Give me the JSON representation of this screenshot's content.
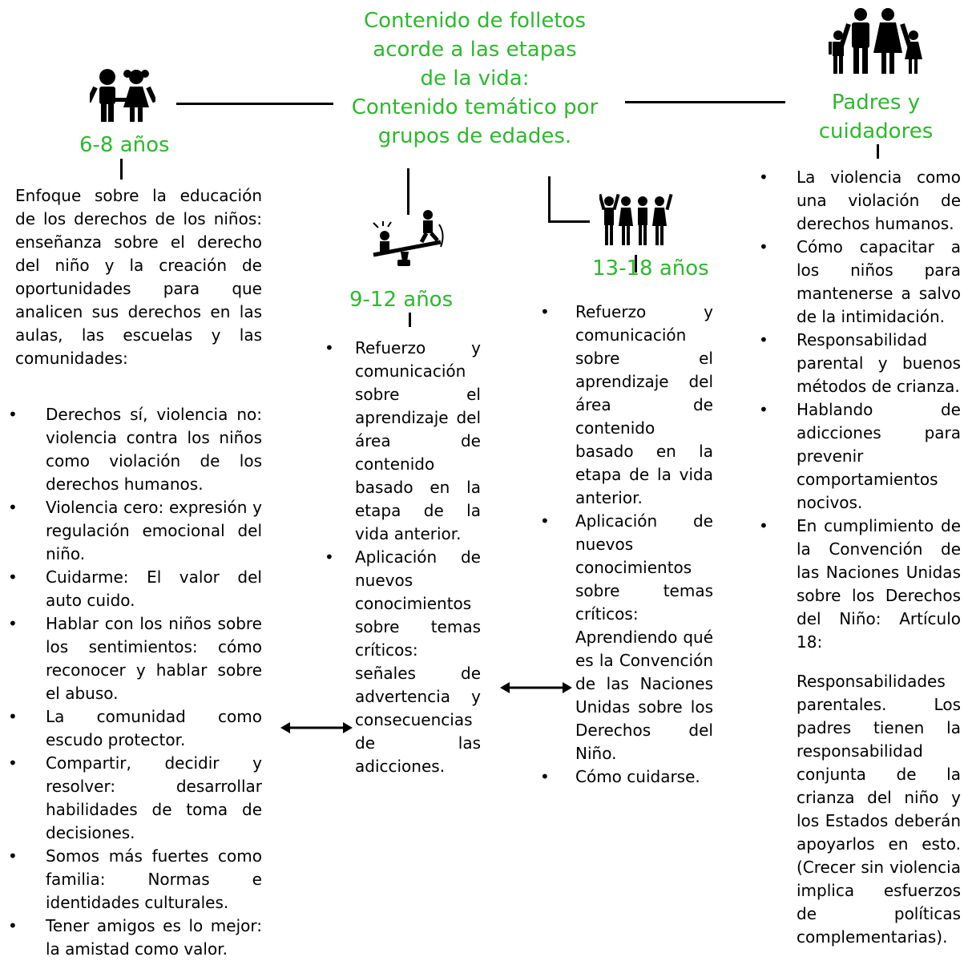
{
  "title": {
    "lines": [
      "Contenido de folletos",
      "acorde a las etapas",
      "de la vida:",
      "Contenido temático por",
      "grupos de edades."
    ]
  },
  "group_6_8": {
    "label": "6-8 años",
    "intro": "Enfoque sobre la educación de los derechos de los niños: enseñanza sobre el derecho del niño y la creación de oportunidades para que analicen sus derechos en las aulas, las escuelas y las comunidades:",
    "items": [
      "Derechos sí, violencia no: violencia contra los niños como violación de los derechos humanos.",
      "Violencia cero: expresión y regulación emocional del niño.",
      "Cuidarme: El valor del auto cuido.",
      "Hablar con los niños sobre los sentimientos: cómo reconocer y hablar sobre el abuso.",
      "La comunidad como escudo protector.",
      "Compartir, decidir y resolver: desarrollar habilidades de toma de decisiones.",
      "Somos más fuertes como familia: Normas e identidades culturales.",
      "Tener amigos es lo mejor: la amistad como valor."
    ]
  },
  "group_9_12": {
    "label": "9-12 años",
    "items": [
      "Refuerzo y comunicación sobre el aprendizaje del área de contenido basado en la etapa de la vida anterior.",
      "Aplicación de nuevos conocimientos sobre temas críticos: señales de advertencia y consecuencias de las adicciones."
    ]
  },
  "group_13_18": {
    "label": "13-18 años",
    "items": [
      "Refuerzo y comunicación sobre el aprendizaje del área de contenido basado en la etapa de la vida anterior.",
      "Aplicación de nuevos conocimientos sobre temas críticos: Aprendiendo qué es la Convención de las Naciones Unidas sobre los Derechos del Niño.",
      "Cómo cuidarse."
    ]
  },
  "group_padres": {
    "label_line1": "Padres y",
    "label_line2": "cuidadores",
    "items": [
      "La violencia como una violación de derechos humanos.",
      "Cómo capacitar a los niños para mantenerse a salvo de la intimidación.",
      "Responsabilidad parental y buenos métodos de crianza.",
      "Hablando de adicciones para prevenir comportamientos nocivos.",
      "En cumplimiento de la Convención de las Naciones Unidas sobre los Derechos del Niño: Artículo 18:"
    ],
    "note": "Responsabilidades parentales. Los padres tienen la responsabilidad conjunta de la crianza del niño y los Estados deberán apoyarlos en esto. (Crecer sin violencia implica esfuerzos de políticas complementarias)."
  },
  "colors": {
    "accent": "#2db82d",
    "text": "#000000"
  },
  "icons": [
    "children-icon",
    "seesaw-icon",
    "teenagers-group-icon",
    "family-icon",
    "double-arrow-icon"
  ]
}
